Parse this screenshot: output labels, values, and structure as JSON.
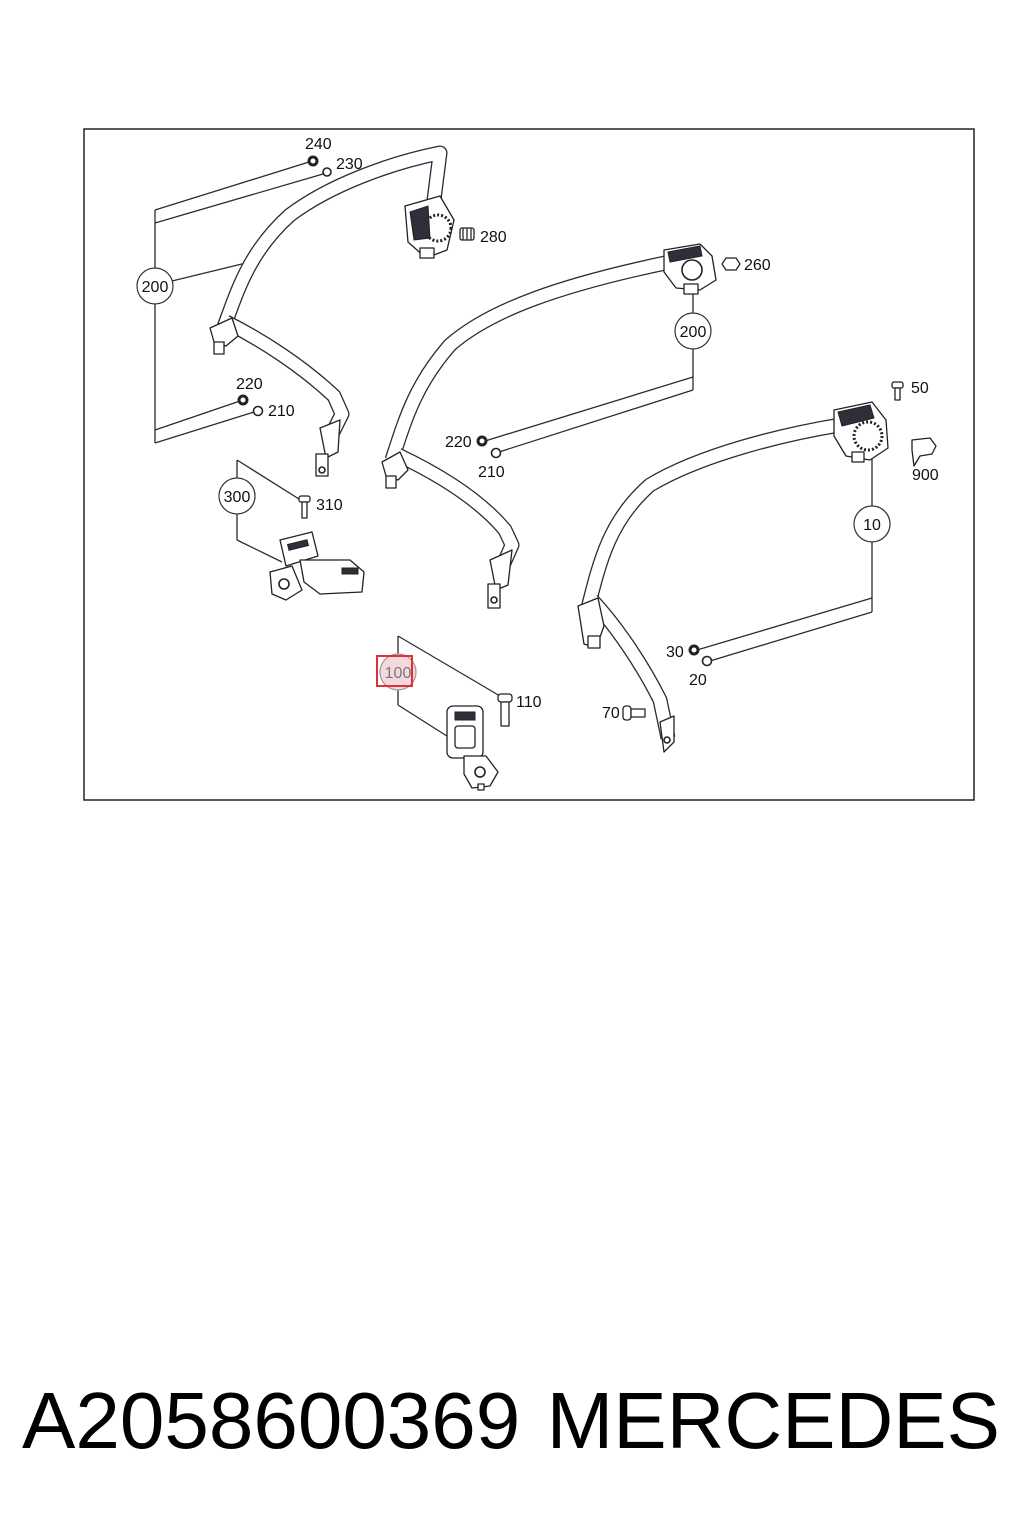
{
  "callouts": [
    "240",
    "230",
    "280",
    "200",
    "260",
    "200",
    "220",
    "210",
    "220",
    "210",
    "300",
    "310",
    "50",
    "900",
    "10",
    "30",
    "20",
    "100",
    "110",
    "70"
  ],
  "footer": {
    "part_number": "A2058600369",
    "brand": "MERCEDES"
  },
  "highlighted_callout": "100",
  "colors": {
    "line": "#2a2a3a",
    "highlight": "#e03030",
    "highlight_fill": "#f3d9dd"
  }
}
